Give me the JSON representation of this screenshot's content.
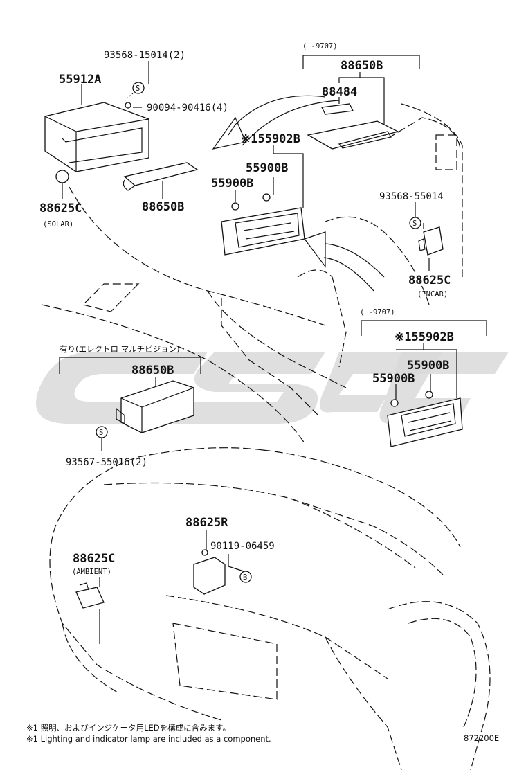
{
  "watermark": {
    "text": "CSGC",
    "color": "#d4d4d4"
  },
  "labels": {
    "p93568_15014": "93568-15014(2)",
    "p55912A": "55912A",
    "p90094_90416": "90094-90416(4)",
    "p88625C_solar": "88625C",
    "solar": "(SOLAR)",
    "p88650B_left": "88650B",
    "range_top": "(     -9707)",
    "p88650B_top": "88650B",
    "p88484": "88484",
    "p55902B_top": "※155902B",
    "p55900B_a": "55900B",
    "p55900B_b": "55900B",
    "p93568_55014": "93568-55014",
    "p88625C_incar": "88625C",
    "incar": "(INCAR)",
    "range_right": "(     -9707)",
    "p55902B_right": "※155902B",
    "p55900B_c": "55900B",
    "p55900B_d": "55900B",
    "multivision": "有り(エレクトロ マルチビジョン)",
    "p88650B_mid": "88650B",
    "p93567_55016": "93567-55016(2)",
    "p88625R": "88625R",
    "p90119_06459": "90119-06459",
    "p88625C_ambient": "88625C",
    "ambient": "(AMBIENT)",
    "badge_s": "S",
    "badge_b": "B"
  },
  "footnotes": {
    "jp": "※1 照明、およびインジケータ用LEDを構成に含みます。",
    "en": "※1 Lighting and indicator lamp are included as a component."
  },
  "figure_id": "872200E"
}
